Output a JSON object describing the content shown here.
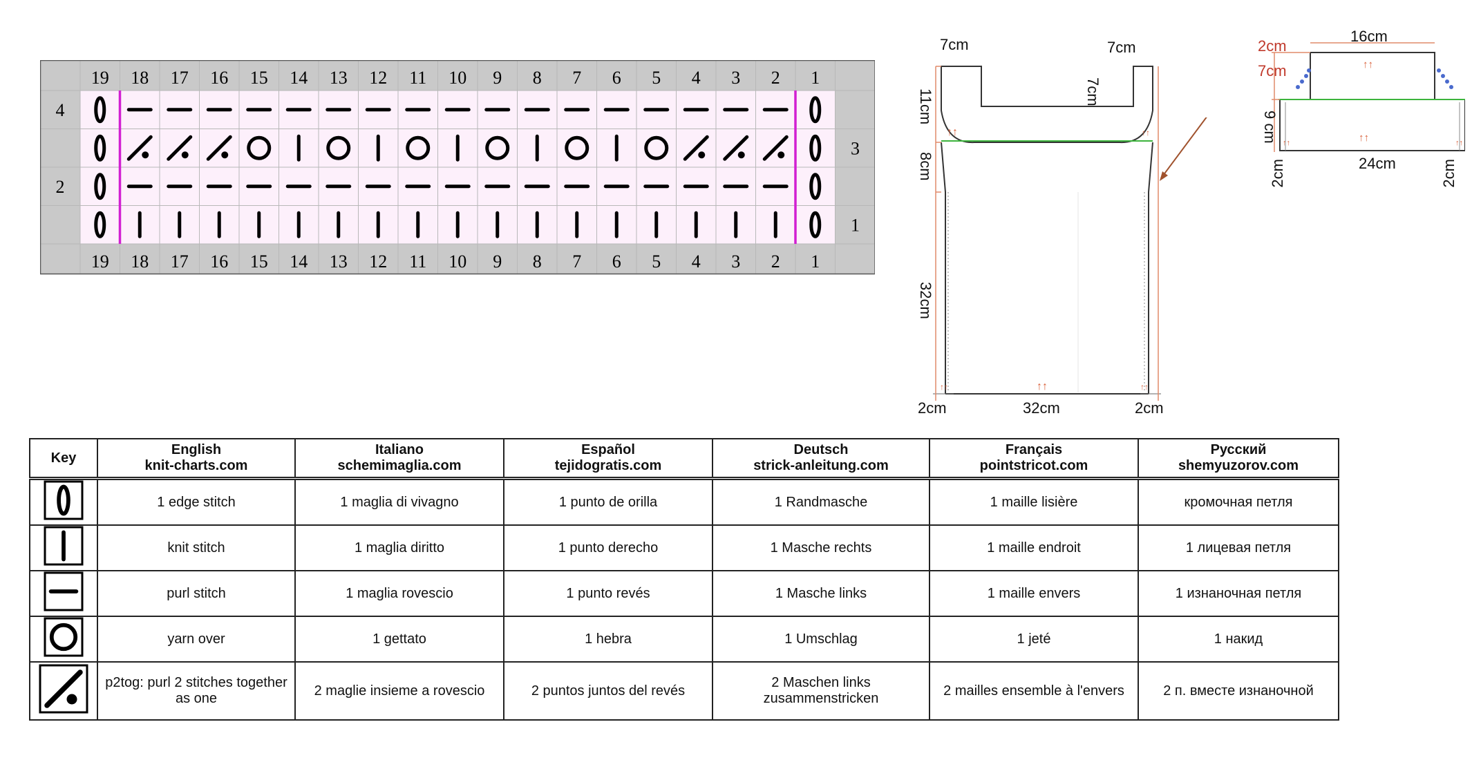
{
  "chart": {
    "top_numbers": [
      "19",
      "18",
      "17",
      "16",
      "15",
      "14",
      "13",
      "12",
      "11",
      "10",
      "9",
      "8",
      "7",
      "6",
      "5",
      "4",
      "3",
      "2",
      "1"
    ],
    "bottom_numbers": [
      "19",
      "18",
      "17",
      "16",
      "15",
      "14",
      "13",
      "12",
      "11",
      "10",
      "9",
      "8",
      "7",
      "6",
      "5",
      "4",
      "3",
      "2",
      "1"
    ],
    "left_row_labels": [
      "4",
      "",
      "2",
      ""
    ],
    "right_row_labels": [
      "",
      "3",
      "",
      "1"
    ],
    "rows": [
      [
        "edge",
        "purl",
        "purl",
        "purl",
        "purl",
        "purl",
        "purl",
        "purl",
        "purl",
        "purl",
        "purl",
        "purl",
        "purl",
        "purl",
        "purl",
        "purl",
        "purl",
        "purl",
        "edge"
      ],
      [
        "edge",
        "p2tog",
        "p2tog",
        "p2tog",
        "yo",
        "knit",
        "yo",
        "knit",
        "yo",
        "knit",
        "yo",
        "knit",
        "yo",
        "knit",
        "yo",
        "p2tog",
        "p2tog",
        "p2tog",
        "edge"
      ],
      [
        "edge",
        "purl",
        "purl",
        "purl",
        "purl",
        "purl",
        "purl",
        "purl",
        "purl",
        "purl",
        "purl",
        "purl",
        "purl",
        "purl",
        "purl",
        "purl",
        "purl",
        "purl",
        "edge"
      ],
      [
        "edge",
        "knit",
        "knit",
        "knit",
        "knit",
        "knit",
        "knit",
        "knit",
        "knit",
        "knit",
        "knit",
        "knit",
        "knit",
        "knit",
        "knit",
        "knit",
        "knit",
        "knit",
        "edge"
      ]
    ],
    "colors": {
      "pattern_bg": "#fdf0fb",
      "border_line": "#d21fd2",
      "header_bg": "#c9c9c9"
    }
  },
  "schematic_main": {
    "labels": {
      "shoulder_left": "7cm",
      "shoulder_right": "7cm",
      "neck_depth": "7cm",
      "armhole_height": "11cm",
      "armhole_shaping": "8cm",
      "body_length": "32cm",
      "side_left": "2cm",
      "body_width": "32cm",
      "side_right": "2cm"
    }
  },
  "schematic_sleeve": {
    "labels": {
      "cap_top": "2cm",
      "cap_side": "7cm",
      "top_width": "16cm",
      "height": "9 cm",
      "bottom_width": "24cm",
      "edge_left": "2cm",
      "edge_right": "2cm"
    }
  },
  "key_table": {
    "headers": [
      {
        "lines": [
          "Key"
        ]
      },
      {
        "lines": [
          "English",
          "knit-charts.com"
        ]
      },
      {
        "lines": [
          "Italiano",
          "schemimaglia.com"
        ]
      },
      {
        "lines": [
          "Español",
          "tejidogratis.com"
        ]
      },
      {
        "lines": [
          "Deutsch",
          "strick-anleitung.com"
        ]
      },
      {
        "lines": [
          "Français",
          "pointstricot.com"
        ]
      },
      {
        "lines": [
          "Русский",
          "shemyuzorov.com"
        ]
      }
    ],
    "rows": [
      {
        "symbol": "edge",
        "cells": [
          "1 edge stitch",
          "1 maglia di vivagno",
          "1 punto de orilla",
          "1 Randmasche",
          "1 maille lisière",
          "кромочная петля"
        ]
      },
      {
        "symbol": "knit",
        "cells": [
          "knit stitch",
          "1 maglia diritto",
          "1 punto derecho",
          "1 Masche rechts",
          "1 maille endroit",
          "1 лицевая петля"
        ]
      },
      {
        "symbol": "purl",
        "cells": [
          "purl stitch",
          "1 maglia rovescio",
          "1 punto revés",
          "1 Masche links",
          "1 maille envers",
          "1 изнаночная петля"
        ]
      },
      {
        "symbol": "yo",
        "cells": [
          "yarn over",
          "1 gettato",
          "1 hebra",
          "1 Umschlag",
          "1 jeté",
          "1 накид"
        ]
      },
      {
        "symbol": "p2tog",
        "cells": [
          "p2tog: purl 2 stitches together as one",
          "2 maglie insieme a rovescio",
          "2 puntos juntos del revés",
          "2 Maschen links zusammenstricken",
          "2 mailles ensemble à l'envers",
          "2 п. вместе изнаночной"
        ]
      }
    ]
  }
}
